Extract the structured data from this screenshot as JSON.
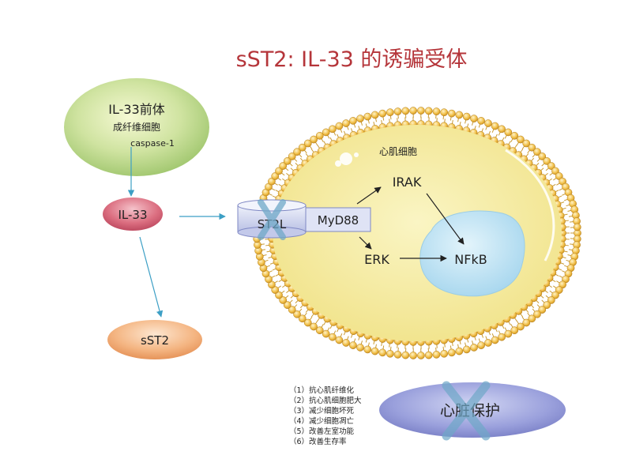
{
  "title": "sST2: IL-33 的诱骗受体",
  "precursor": {
    "label": "IL-33前体",
    "cell": "成纤维细胞",
    "enzyme": "caspase-1"
  },
  "il33": "IL-33",
  "sst2": "sST2",
  "cell": {
    "label": "心肌细胞",
    "receptor": "ST2L",
    "adaptor": "MyD88",
    "irak": "IRAK",
    "erk": "ERK",
    "nfkb": "NFkB"
  },
  "outcomes": [
    "（1）抗心肌纤维化",
    "（2）抗心肌细胞肥大",
    "（3）减少细胞坏死",
    "（4）减少细胞凋亡",
    "（5）改善左室功能",
    "（6）改善生存率"
  ],
  "protection": "心脏保护",
  "colors": {
    "title": "#b5353a",
    "arrow_blue": "#3c9fc5",
    "cross": "#6fa8c8",
    "membrane": "#e9b23a",
    "cytoplasm": "#f5eb9e",
    "nucleus": "#bfe3f2"
  }
}
